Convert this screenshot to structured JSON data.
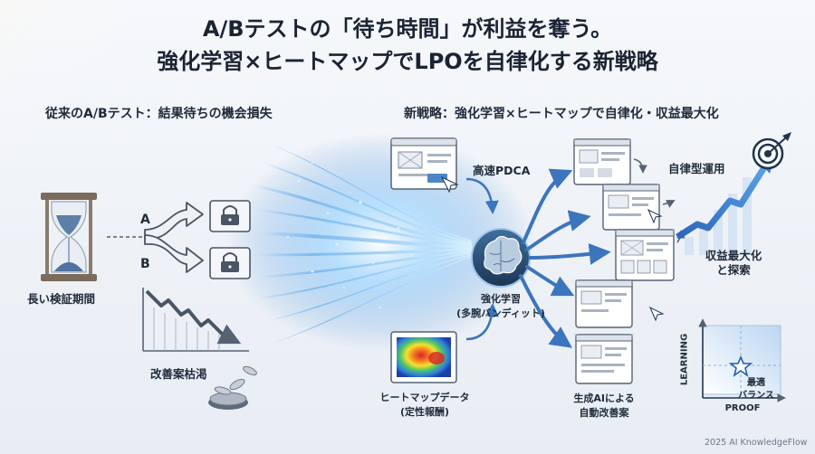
{
  "title": {
    "line1": "A/Bテストの「待ち時間」が利益を奪う。",
    "line2": "強化学習×ヒートマップでLPOを自律化する新戦略"
  },
  "left": {
    "heading": "従来のA/Bテスト：結果待ちの機会損失",
    "hourglass_label": "長い検証期間",
    "variant_a": "A",
    "variant_b": "B",
    "decline_label": "改善案枯渇"
  },
  "right": {
    "heading": "新戦略：強化学習×ヒートマップで自律化・収益最大化",
    "pdca_label": "高速PDCA",
    "brain_label_1": "強化学習",
    "brain_label_2": "(多腕バンディット)",
    "heatmap_label_1": "ヒートマップデータ",
    "heatmap_label_2": "(定性報酬)",
    "genai_label_1": "生成AIによる",
    "genai_label_2": "自動改善案",
    "autonomy_label": "自律型運用",
    "revenue_label_1": "収益最大化",
    "revenue_label_2": "と探索",
    "matrix": {
      "y_axis": "LEARNING",
      "x_axis": "PROOF",
      "point_label_1": "最適",
      "point_label_2": "バランス"
    }
  },
  "credit": "2025 AI KnowledgeFlow",
  "colors": {
    "accent_blue": "#3b7fd0",
    "dark_navy": "#1f3550",
    "glow": "#8fd2ff"
  },
  "icons": [
    "hourglass-icon",
    "lock-icon",
    "brain-icon",
    "target-icon",
    "star-icon",
    "cursor-icon",
    "coin-icon"
  ]
}
